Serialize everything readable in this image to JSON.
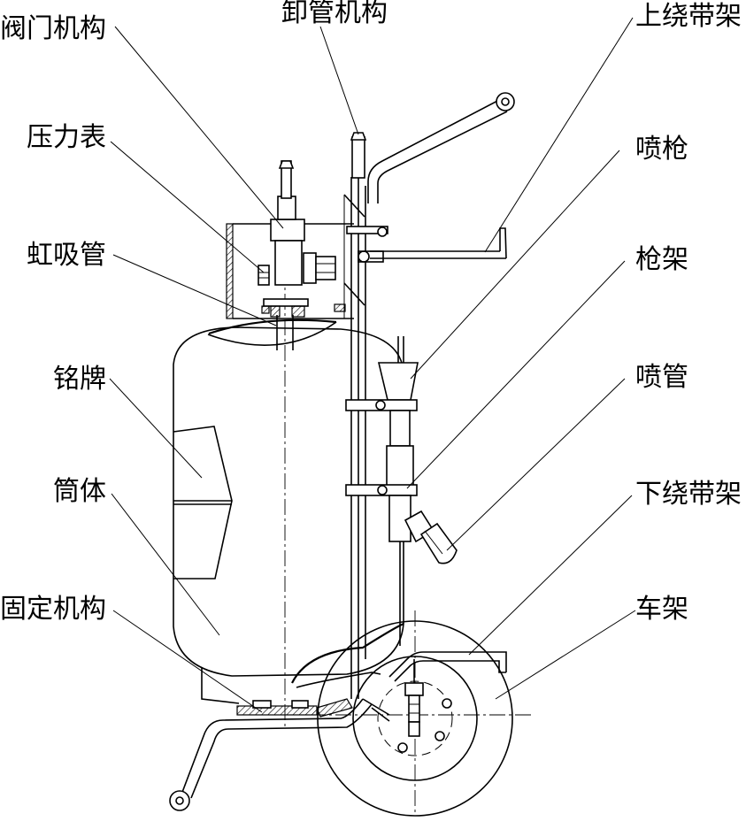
{
  "labels": {
    "valve_mechanism": "阀门机构",
    "pressure_gauge": "压力表",
    "siphon_tube": "虹吸管",
    "nameplate": "铭牌",
    "cylinder_body": "筒体",
    "fixing_mechanism": "固定机构",
    "unloading_mechanism": "卸管机构",
    "upper_hose_rack": "上绕带架",
    "spray_gun": "喷枪",
    "gun_rack": "枪架",
    "spray_pipe": "喷管",
    "lower_hose_rack": "下绕带架",
    "frame": "车架"
  }
}
